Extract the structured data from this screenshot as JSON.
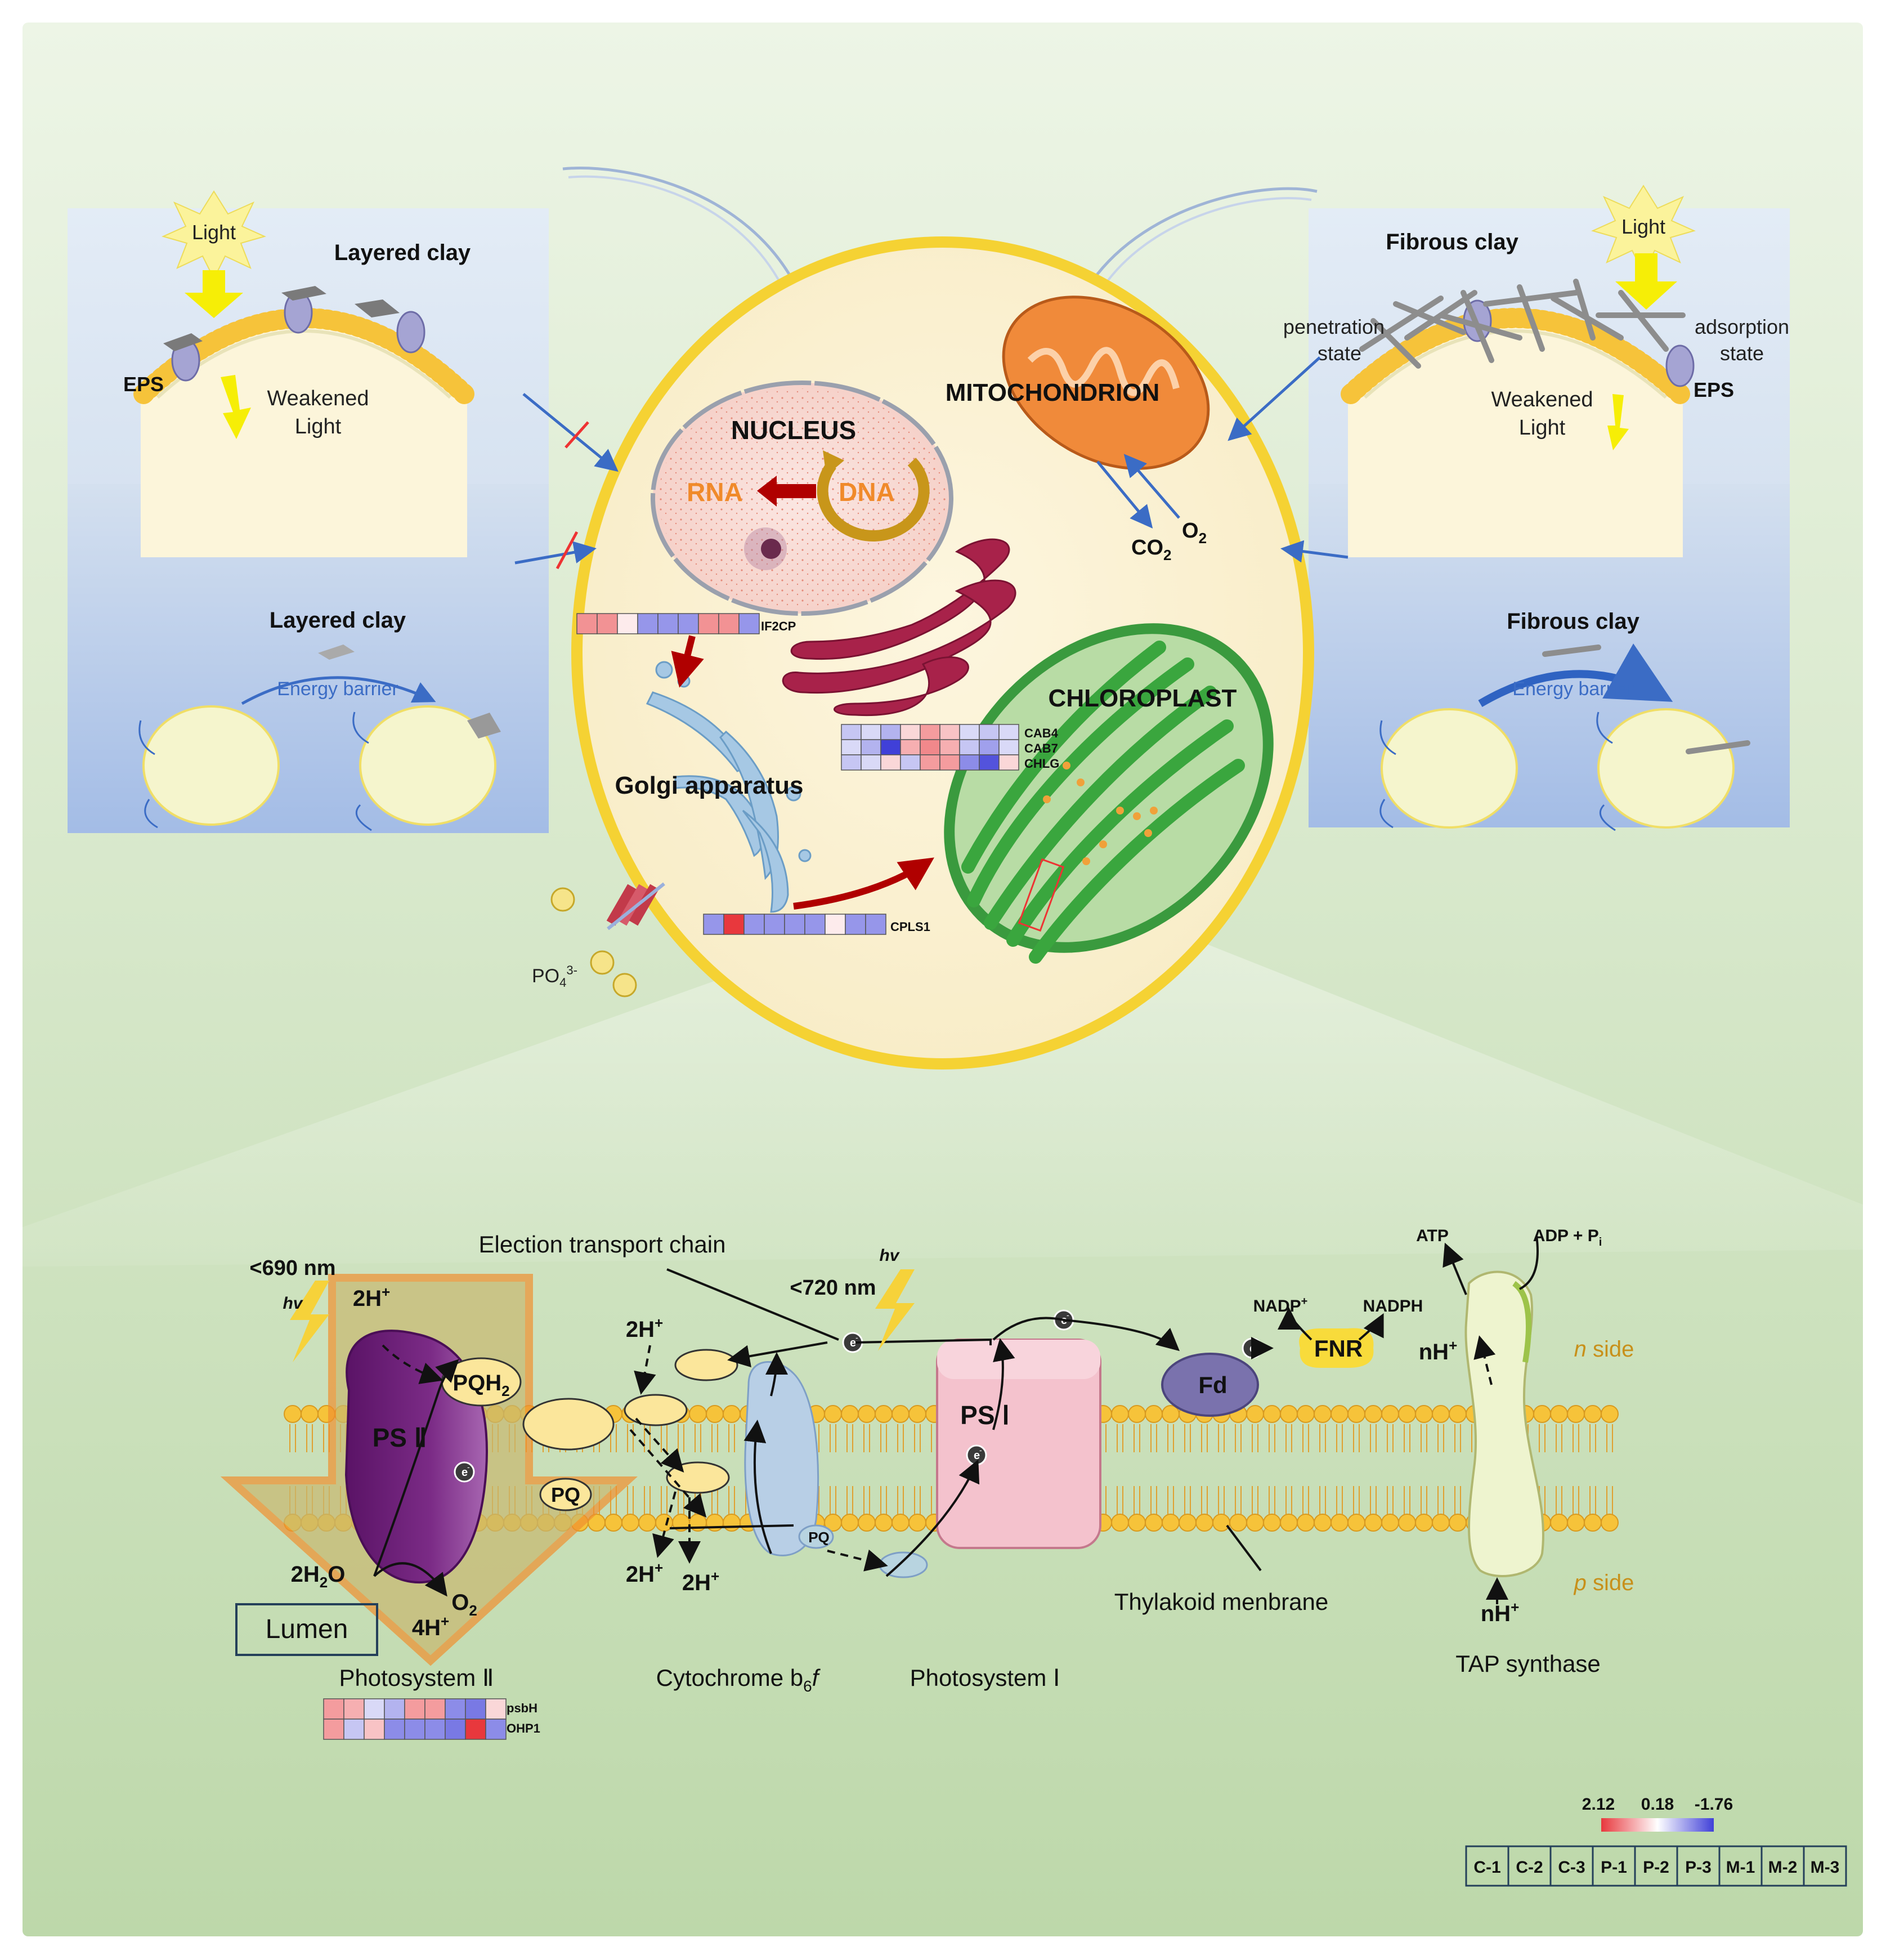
{
  "colors": {
    "bg_top": "#e9f3e1",
    "bg_bottom": "#bdd8ab",
    "cell_fill": "#fbf1d4",
    "cell_rim": "#f5cf3a",
    "clay_panel": "#fcf5da",
    "blue_panel": "#a7bfe6",
    "psii_purple": "#6a1e73",
    "psi_pink": "#f2b9c6",
    "cyt_blue": "#b8cfe6",
    "fd_purple": "#7a72ad",
    "fnr_yellow": "#f8db3b",
    "lipid_yellow": "#f6c33a",
    "arrow_red": "#b00000",
    "arrow_blue": "#3b6cc5",
    "heat_red": "#e8383d",
    "heat_white": "#ffffff",
    "heat_blue": "#4040d8"
  },
  "left_panel": {
    "light": "Light",
    "title_top": "Layered clay",
    "eps": "EPS",
    "weakened_1": "Weakened",
    "weakened_2": "Light",
    "title_bottom": "Layered clay",
    "energy_barrier": "Energy barrier"
  },
  "right_panel": {
    "title_top": "Fibrous clay",
    "light": "Light",
    "penetration_1": "penetration",
    "penetration_2": "state",
    "adsorption_1": "adsorption",
    "adsorption_2": "state",
    "eps": "EPS",
    "weakened_1": "Weakened",
    "weakened_2": "Light",
    "title_bottom": "Fibrous clay",
    "energy_barrier": "Energy barrier"
  },
  "cell": {
    "nucleus": "NUCLEUS",
    "rna": "RNA",
    "dna": "DNA",
    "mitochondrion": "MITOCHONDRION",
    "co2": "CO",
    "co2_sub": "2",
    "o2": "O",
    "o2_sub": "2",
    "golgi": "Golgi apparatus",
    "chloroplast": "CHLOROPLAST",
    "po4": "PO",
    "po4_sub": "4",
    "po4_sup": "3-"
  },
  "heatmaps": {
    "if2cp": {
      "label": "IF2CP",
      "rows": [
        [
          0.55,
          0.55,
          0.1,
          -0.55,
          -0.55,
          -0.55,
          0.55,
          0.55,
          -0.55
        ]
      ]
    },
    "chloro": {
      "labels": [
        "CAB4",
        "CAB7",
        "CHLG"
      ],
      "rows": [
        [
          -0.3,
          -0.2,
          -0.4,
          0.2,
          0.5,
          0.3,
          -0.2,
          -0.3,
          -0.2
        ],
        [
          -0.2,
          -0.4,
          -1.0,
          0.4,
          0.6,
          0.4,
          -0.3,
          -0.5,
          -0.2
        ],
        [
          -0.3,
          -0.2,
          0.2,
          -0.3,
          0.5,
          0.5,
          -0.6,
          -0.9,
          0.2
        ]
      ]
    },
    "cpls1": {
      "label": "CPLS1",
      "rows": [
        [
          -0.55,
          1.0,
          -0.55,
          -0.55,
          -0.55,
          -0.55,
          0.1,
          -0.55,
          -0.55
        ]
      ]
    },
    "psii": {
      "labels": [
        "psbH",
        "OHP1"
      ],
      "rows": [
        [
          0.5,
          0.4,
          -0.2,
          -0.4,
          0.5,
          0.5,
          -0.6,
          -0.7,
          0.2
        ],
        [
          0.5,
          -0.3,
          0.3,
          -0.6,
          -0.6,
          -0.6,
          -0.7,
          1.0,
          -0.6
        ]
      ]
    }
  },
  "etc": {
    "title": "Election transport chain",
    "nm690": "<690 nm",
    "nm720": "<720 nm",
    "hv": "hv",
    "h2_left": "2H",
    "plus": "+",
    "pqh": "PQH",
    "pqh_sub": "2",
    "psii": "PS Ⅱ",
    "psi": "PS Ⅰ",
    "pq": "PQ",
    "h2o": "2H",
    "h2o_sub": "2",
    "h2o_o": "O",
    "o2": "O",
    "o2_sub": "2",
    "h4": "4H",
    "h2_cyt_top": "2H",
    "h2_cyt_b1": "2H",
    "h2_cyt_b2": "2H",
    "e": "e",
    "minus": "-",
    "fd": "Fd",
    "fnr": "FNR",
    "nadp": "NADP",
    "nadph": "NADPH",
    "atp": "ATP",
    "adp": "ADP + P",
    "adp_sub": "i",
    "nh_top": "nH",
    "nh_bottom": "nH",
    "n_side": "side",
    "n_letter": "n",
    "p_side": "side",
    "p_letter": "p",
    "thylakoid": "Thylakoid menbrane",
    "lumen": "Lumen",
    "label_psii": "Photosystem Ⅱ",
    "label_cyt": "Cytochrome b",
    "label_cyt_sub": "6",
    "label_cyt_f": "f",
    "label_psi": "Photosystem Ⅰ",
    "label_atp": "TAP synthase"
  },
  "legend": {
    "max": "2.12",
    "mid": "0.18",
    "min": "-1.76",
    "groups": [
      "C-1",
      "C-2",
      "C-3",
      "P-1",
      "P-2",
      "P-3",
      "M-1",
      "M-2",
      "M-3"
    ]
  }
}
